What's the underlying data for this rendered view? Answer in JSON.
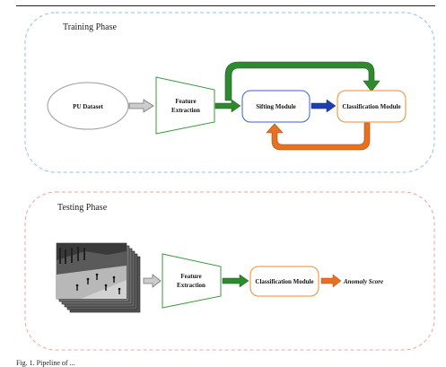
{
  "training": {
    "title": "Training Phase",
    "dataset": "PU Dataset",
    "feature_extraction": [
      "Feature",
      "Extraction"
    ],
    "sifting": "Sifting Module",
    "classification": "Classification Module"
  },
  "testing": {
    "title": "Testing Phase",
    "feature_extraction": [
      "Feature",
      "Extraction"
    ],
    "classification": "Classification Module",
    "output": "Anomaly Score"
  },
  "caption": "Fig. 1. Pipeline of ...",
  "colors": {
    "training_border": "#8ec3e6",
    "testing_border": "#f0a39c",
    "feature_border": "#3a9a3a",
    "sifting_border": "#3a5fd0",
    "classification_border": "#f08a2a",
    "green_arrow": "#2f8a2f",
    "blue_arrow": "#1f3fb0",
    "orange_arrow": "#e8701f",
    "gray_arrow": "#c8c8c8"
  }
}
